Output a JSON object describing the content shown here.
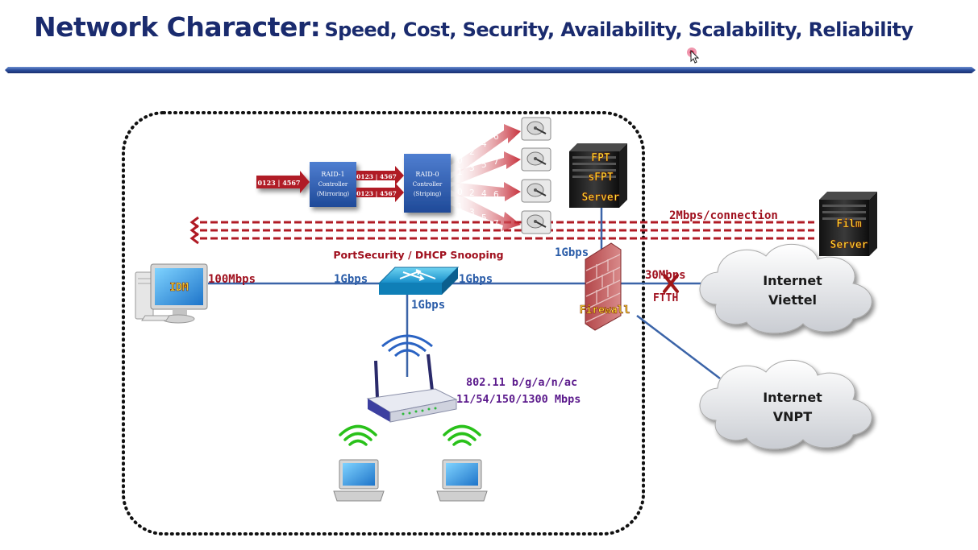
{
  "slide": {
    "title_main": "Network Character:",
    "title_sub": "Speed, Cost, Security, Availability, Scalability, Reliability"
  },
  "raid": {
    "input_data": "0123 | 4567",
    "raid1_line1": "RAID-1",
    "raid1_line2": "Controller",
    "raid1_line3": "(Mirroring)",
    "mirror_out_top": "0123 | 4567",
    "mirror_out_bottom": "0123 | 4567",
    "raid0_line1": "RAID-0",
    "raid0_line2": "Controller",
    "raid0_line3": "(Striping)",
    "stripes": [
      [
        "0",
        "2",
        "4",
        "6"
      ],
      [
        "1",
        "3",
        "5",
        "7"
      ],
      [
        "0",
        "2",
        "4",
        "6"
      ],
      [
        "1",
        "3",
        "5",
        "7"
      ]
    ]
  },
  "nodes": {
    "idm_label": "IDM",
    "ftp_line1": "FPT",
    "ftp_line2": "sFPT",
    "ftp_line3": "Server",
    "film_line1": "Film",
    "film_line2": "Server",
    "firewall_label": "Firewall",
    "switch_label": "PortSecurity / DHCP Snooping",
    "cloud_viettel_line1": "Internet",
    "cloud_viettel_line2": "Viettel",
    "cloud_vnpt_line1": "Internet",
    "cloud_vnpt_line2": "VNPT"
  },
  "links": {
    "pc_speed": "100Mbps",
    "switch_left": "1Gbps",
    "switch_right": "1Gbps",
    "switch_down": "1Gbps",
    "firewall_up": "1Gbps",
    "wan_speed": "30Mbps",
    "wan_type": "FTTH",
    "film_rate": "2Mbps/connection",
    "wifi_standard": "802.11 b/g/a/n/ac",
    "wifi_speeds": "11/54/150/1300 Mbps"
  },
  "colors": {
    "title": "#1a2b6e",
    "link_blue": "#3b64a8",
    "speed_red": "#a0101e",
    "speed_blue": "#2a5ca8",
    "wifi_purple": "#5b1a8c",
    "arrow_red": "#b01b25",
    "wifi_green": "#29c11a",
    "server_label": "#ffe83a"
  }
}
